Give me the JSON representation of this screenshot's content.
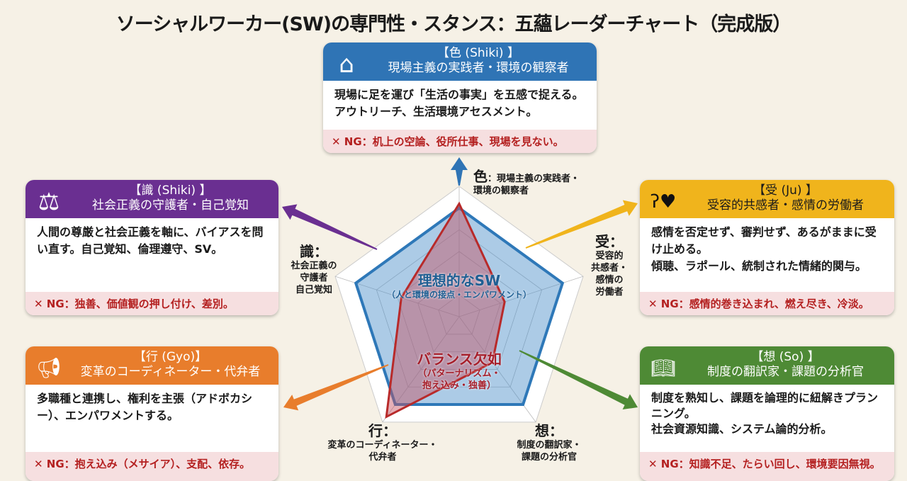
{
  "title": "ソーシャルワーカー(SW)の専門性・スタンス：五蘊レーダーチャート（完成版）",
  "cards": {
    "shiki_form": {
      "title": "【色 (Shiki) 】",
      "subtitle": "現場主義の実践者・環境の観察者",
      "body": "現場に足を運び「生活の事実」を五感で捉える。アウトリーチ、生活環境アセスメント。",
      "ng": "✕ NG：机上の空論、役所仕事、現場を見ない。",
      "color": "#2f74b5",
      "icon": "house-magnifier-icon"
    },
    "shiki_mind": {
      "title": "【識 (Shiki) 】",
      "subtitle": "社会正義の守護者・自己覚知",
      "body": "人間の尊厳と社会正義を軸に、バイアスを問い直す。自己覚知、倫理遵守、SV。",
      "ng": "✕ NG：独善、価値観の押し付け、差別。",
      "color": "#6a2f91",
      "icon": "scales-icon"
    },
    "ju": {
      "title": "【受 (Ju) 】",
      "subtitle": "受容的共感者・感情の労働者",
      "body": "感情を否定せず、審判せず、あるがままに受け止める。\n傾聴、ラポール、統制された情緒的関与。",
      "ng": "✕ NG：感情的巻き込まれ、燃え尽き、冷淡。",
      "color": "#f0b41c",
      "icon": "ear-heart-icon"
    },
    "gyo": {
      "title": "【行 (Gyo)】",
      "subtitle": "変革のコーディネーター・代弁者",
      "body": "多職種と連携し、権利を主張（アドボカシー）、エンパワメントする。",
      "ng": "✕ NG：抱え込み（メサイア）、支配、依存。",
      "color": "#e87d2c",
      "icon": "megaphone-icon"
    },
    "so": {
      "title": "【想 (So) 】",
      "subtitle": "制度の翻訳家・課題の分析官",
      "body": "制度を熟知し、課題を論理的に紐解きプランニング。\n社会資源知識、システム論的分析。",
      "ng": "✕ NG：知識不足、たらい回し、環境要因無視。",
      "color": "#4e8a35",
      "icon": "book-gear-icon"
    }
  },
  "axis_labels": {
    "shiki_form": {
      "key": "色",
      "text": "：現場主義の実践者・\n環境の観察者"
    },
    "ju": {
      "key": "受：",
      "text": "受容的\n共感者・\n感情の\n労働者"
    },
    "so": {
      "key": "想：",
      "text": "制度の翻訳家・\n課題の分析官"
    },
    "gyo": {
      "key": "行：",
      "text": "変革のコーディネーター・\n代弁者"
    },
    "shiki_mind": {
      "key": "識：",
      "text": "社会正義の\n守護者\n自己覚知"
    }
  },
  "chart_data": {
    "type": "radar",
    "categories": [
      "色",
      "受",
      "想",
      "行",
      "識"
    ],
    "range": [
      0,
      6
    ],
    "grid": true,
    "series": [
      {
        "name": "理想的なSW",
        "note": "（人と環境の接点・エンパワメント）",
        "values": [
          5,
          5,
          5,
          5,
          5
        ],
        "color": "#2e78b8"
      },
      {
        "name": "バランス欠如",
        "note": "（パターナリズム・\n抱え込み・独善）",
        "values": [
          5.2,
          2.2,
          2.6,
          5.7,
          2.8
        ],
        "color": "#b82a2a"
      }
    ]
  }
}
